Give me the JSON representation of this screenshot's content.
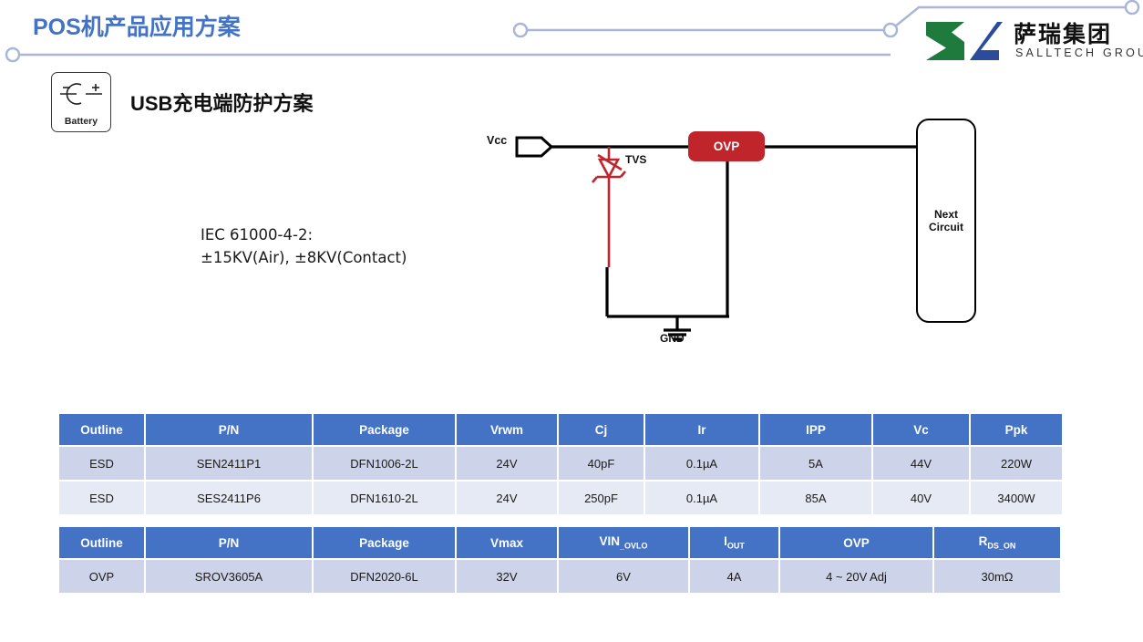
{
  "header": {
    "title": "POS机产品应用方案",
    "accent_color": "#4472C4",
    "deco_line_color": "#A9B6D8"
  },
  "logo": {
    "mark_name": "salltech-logo-mark",
    "green": "#1F7A3D",
    "blue": "#2B4C9B",
    "chinese": "萨瑞集团",
    "english": "SALLTECH GROUP"
  },
  "badge": {
    "icon_name": "battery-icon",
    "label": "Battery"
  },
  "section": {
    "title_latin": "USB",
    "title_cn": "充电端防护方案"
  },
  "note": {
    "line1": "IEC 61000-4-2:",
    "line2": "±15KV(Air), ±8KV(Contact)"
  },
  "circuit": {
    "vcc_label": "Vcc",
    "tvs_label": "TVS",
    "tvs_color": "#C0252C",
    "ovp_label": "OVP",
    "ovp_color": "#C0252C",
    "gnd_label": "GND",
    "next_label_line1": "Next",
    "next_label_line2": "Circuit"
  },
  "tables": [
    {
      "id": "esd-table",
      "headers": [
        "Outline",
        "P/N",
        "Package",
        "Vrwm",
        "Cj",
        "Ir",
        "IPP",
        "Vc",
        "Ppk"
      ],
      "rows": [
        [
          "ESD",
          "SEN2411P1",
          "DFN1006-2L",
          "24V",
          "40pF",
          "0.1µA",
          "5A",
          "44V",
          "220W"
        ],
        [
          "ESD",
          "SES2411P6",
          "DFN1610-2L",
          "24V",
          "250pF",
          "0.1µA",
          "85A",
          "40V",
          "3400W"
        ]
      ]
    },
    {
      "id": "ovp-table",
      "headers": [
        "Outline",
        "P/N",
        "Package",
        "Vmax",
        "VIN_OVLO",
        "I_OUT",
        "OVP",
        "R_DS_ON"
      ],
      "header_parts": [
        {
          "base": "Outline",
          "sub": ""
        },
        {
          "base": "P/N",
          "sub": ""
        },
        {
          "base": "Package",
          "sub": ""
        },
        {
          "base": "Vmax",
          "sub": ""
        },
        {
          "base": "VIN",
          "sub": "_OVLO"
        },
        {
          "base": "I",
          "sub": "OUT"
        },
        {
          "base": "OVP",
          "sub": ""
        },
        {
          "base": "R",
          "sub": "DS_ON"
        }
      ],
      "rows": [
        [
          "OVP",
          "SROV3605A",
          "DFN2020-6L",
          "32V",
          "6V",
          "4A",
          "4 ~ 20V Adj",
          "30mΩ"
        ]
      ]
    }
  ],
  "colors": {
    "header_fill": "#4472C4",
    "row_odd": "#CDD4E9",
    "row_even": "#E6EAF4"
  }
}
